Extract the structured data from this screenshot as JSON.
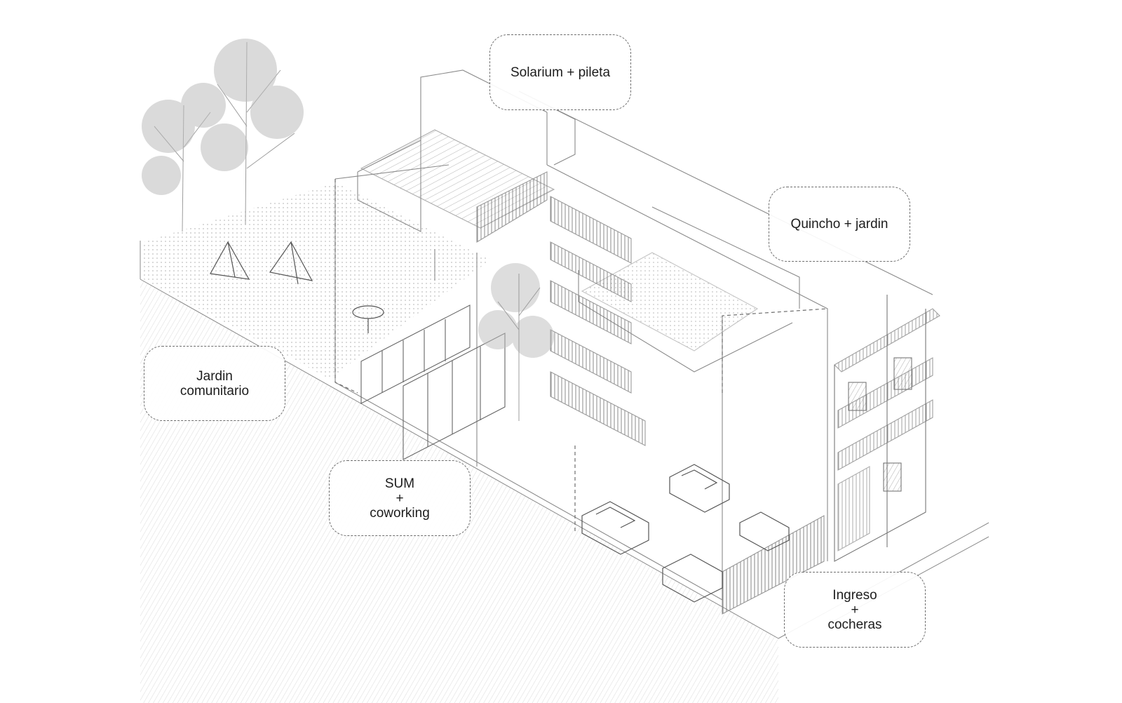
{
  "labels": {
    "solarium": {
      "lines": [
        "Solarium + pileta"
      ]
    },
    "quincho": {
      "lines": [
        "Quincho + jardin"
      ]
    },
    "jardin": {
      "lines": [
        "Jardin",
        "comunitario"
      ]
    },
    "sum": {
      "lines": [
        "SUM",
        "+",
        "coworking"
      ]
    },
    "ingreso": {
      "lines": [
        "Ingreso",
        "+",
        "cocheras"
      ]
    }
  },
  "colors": {
    "line": "#8a8a8a",
    "dark_line": "#5a5a5a",
    "dash": "#6d6d6d",
    "text": "#1d1d1d",
    "foliage": "#9c9c9c"
  },
  "icons": [
    "tree-icon",
    "tent-icon",
    "car-icon",
    "chair-icon",
    "table-icon"
  ]
}
